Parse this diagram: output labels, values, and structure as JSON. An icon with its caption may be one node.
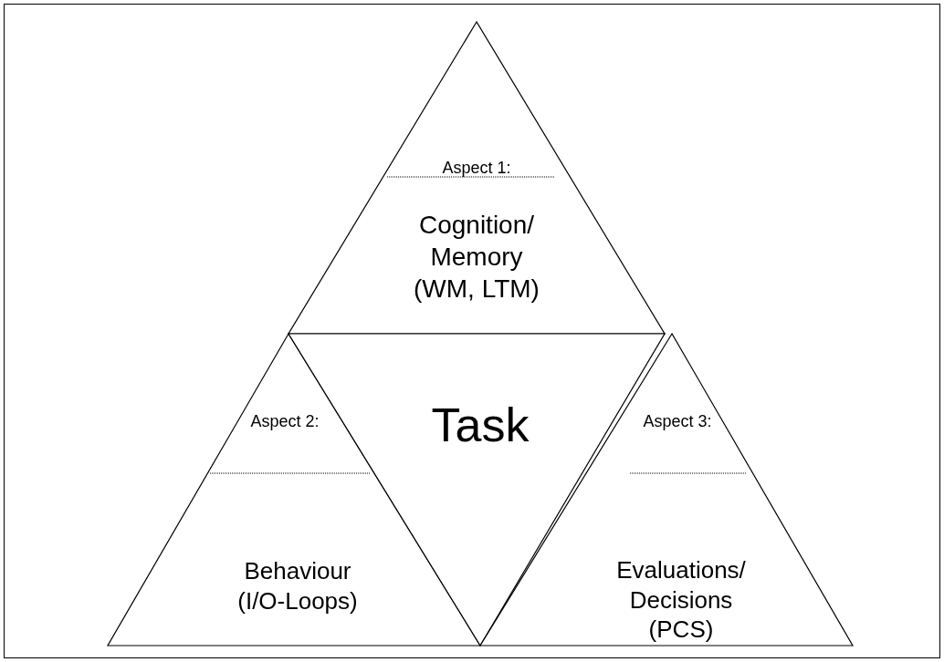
{
  "diagram": {
    "nodes": [
      {
        "text": [
          "Aspect 1:",
          "Cognition/ Memory (WM, LTM)"
        ]
      },
      {
        "text": [
          "Aspect 2:",
          "Behaviour (I/O-Loops)"
        ]
      },
      {
        "text": [
          "Task"
        ]
      },
      {
        "text": [
          "Aspect 3:",
          "Evaluations/ Decisions (PCS)"
        ]
      }
    ]
  }
}
